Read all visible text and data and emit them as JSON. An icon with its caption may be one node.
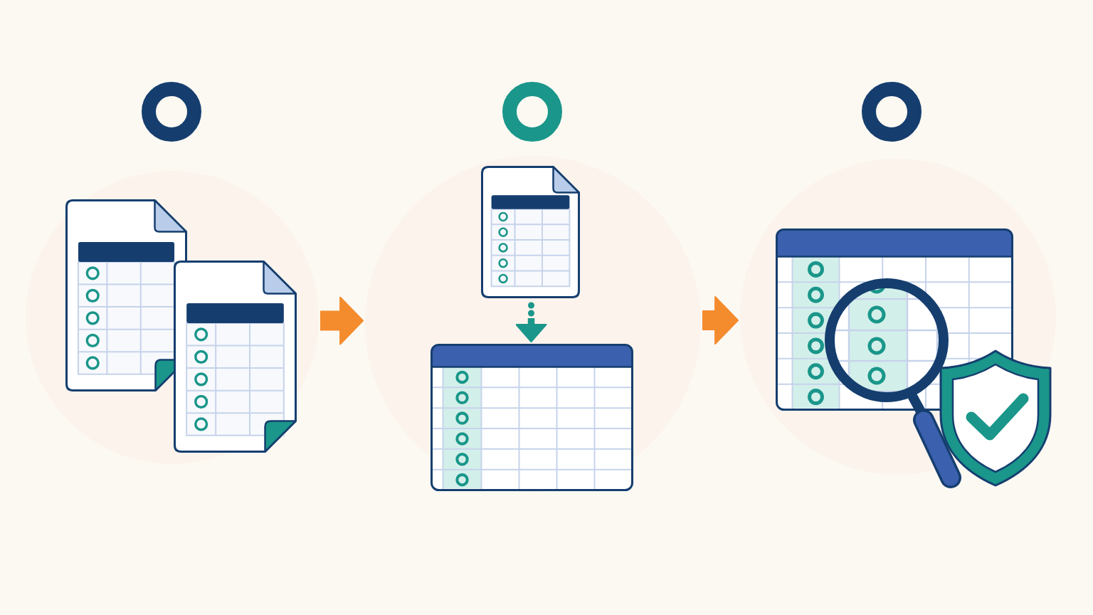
{
  "diagram": {
    "nodes": [
      {
        "text": [],
        "shape": "circle"
      },
      {
        "text": [],
        "shape": "circle"
      },
      {
        "text": [],
        "shape": "circle"
      },
      {
        "text": [],
        "shape": "circle"
      },
      {
        "text": [],
        "shape": "circle"
      },
      {
        "text": [],
        "shape": "picture",
        "in": 4
      },
      {
        "text": [],
        "shape": "picture",
        "in": 4
      },
      {
        "text": [],
        "shape": "circle"
      }
    ],
    "edges": [
      {
        "from": 3,
        "to": 4,
        "arrow": "to"
      },
      {
        "from": 4,
        "to": 7,
        "arrow": "to"
      },
      {
        "from": 5,
        "to": 6,
        "arrow": "to",
        "style": "dashed",
        "color": "#1a968a"
      }
    ]
  }
}
